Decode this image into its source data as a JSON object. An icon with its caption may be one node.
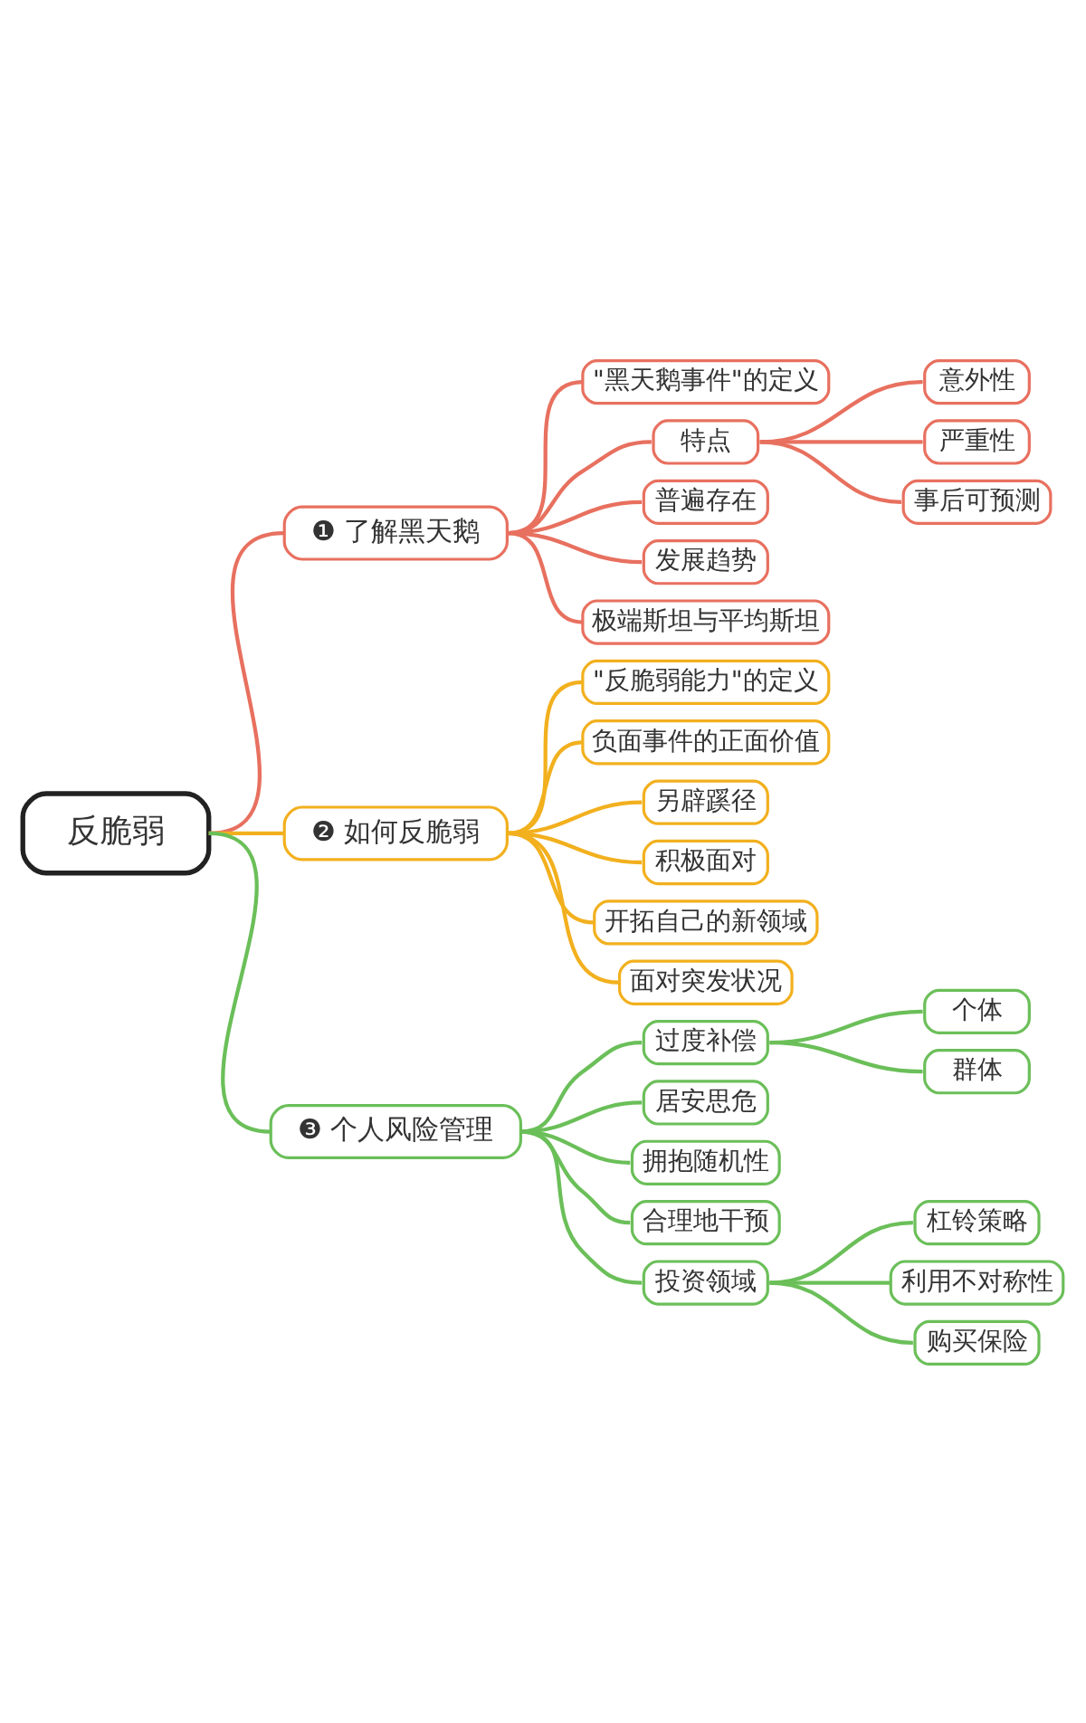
{
  "diagram": {
    "nodes": [
      {
        "text": [
          "反脆弱"
        ]
      },
      {
        "text": [
          "❶ 了解黑天鹅"
        ]
      },
      {
        "text": [
          "\"黑天鹅事件\"的定义"
        ]
      },
      {
        "text": [
          "特点"
        ]
      },
      {
        "text": [
          "意外性"
        ]
      },
      {
        "text": [
          "严重性"
        ]
      },
      {
        "text": [
          "事后可预测"
        ]
      },
      {
        "text": [
          "普遍存在"
        ]
      },
      {
        "text": [
          "发展趋势"
        ]
      },
      {
        "text": [
          "极端斯坦与平均斯坦"
        ]
      },
      {
        "text": [
          "❷ 如何反脆弱"
        ]
      },
      {
        "text": [
          "\"反脆弱能力\"的定义"
        ]
      },
      {
        "text": [
          "负面事件的正面价值"
        ]
      },
      {
        "text": [
          "另辟蹊径"
        ]
      },
      {
        "text": [
          "积极面对"
        ]
      },
      {
        "text": [
          "开拓自己的新领域"
        ]
      },
      {
        "text": [
          "面对突发状况"
        ]
      },
      {
        "text": [
          "❸ 个人风险管理"
        ]
      },
      {
        "text": [
          "过度补偿"
        ]
      },
      {
        "text": [
          "个体"
        ]
      },
      {
        "text": [
          "群体"
        ]
      },
      {
        "text": [
          "居安思危"
        ]
      },
      {
        "text": [
          "拥抱随机性"
        ]
      },
      {
        "text": [
          "合理地干预"
        ]
      },
      {
        "text": [
          "投资领域"
        ]
      },
      {
        "text": [
          "杠铃策略"
        ]
      },
      {
        "text": [
          "利用不对称性"
        ]
      },
      {
        "text": [
          "购买保险"
        ]
      }
    ],
    "edges": [
      {
        "from": 0,
        "to": 1,
        "arrow": "none",
        "color": "#e8705f"
      },
      {
        "from": 1,
        "to": 2,
        "arrow": "none",
        "color": "#e8705f"
      },
      {
        "from": 1,
        "to": 3,
        "arrow": "none",
        "color": "#e8705f"
      },
      {
        "from": 3,
        "to": 4,
        "arrow": "none",
        "color": "#e8705f"
      },
      {
        "from": 3,
        "to": 5,
        "arrow": "none",
        "color": "#e8705f"
      },
      {
        "from": 3,
        "to": 6,
        "arrow": "none",
        "color": "#e8705f"
      },
      {
        "from": 1,
        "to": 7,
        "arrow": "none",
        "color": "#e8705f"
      },
      {
        "from": 1,
        "to": 8,
        "arrow": "none",
        "color": "#e8705f"
      },
      {
        "from": 1,
        "to": 9,
        "arrow": "none",
        "color": "#e8705f"
      },
      {
        "from": 0,
        "to": 10,
        "arrow": "none",
        "color": "#f2b01e"
      },
      {
        "from": 10,
        "to": 11,
        "arrow": "none",
        "color": "#f2b01e"
      },
      {
        "from": 10,
        "to": 12,
        "arrow": "none",
        "color": "#f2b01e"
      },
      {
        "from": 10,
        "to": 13,
        "arrow": "none",
        "color": "#f2b01e"
      },
      {
        "from": 10,
        "to": 14,
        "arrow": "none",
        "color": "#f2b01e"
      },
      {
        "from": 10,
        "to": 15,
        "arrow": "none",
        "color": "#f2b01e"
      },
      {
        "from": 10,
        "to": 16,
        "arrow": "none",
        "color": "#f2b01e"
      },
      {
        "from": 0,
        "to": 17,
        "arrow": "none"
      },
      {
        "from": 17,
        "to": 18,
        "arrow": "none"
      },
      {
        "from": 18,
        "to": 19,
        "arrow": "none"
      },
      {
        "from": 18,
        "to": 20,
        "arrow": "none"
      },
      {
        "from": 17,
        "to": 21,
        "arrow": "none"
      },
      {
        "from": 17,
        "to": 22,
        "arrow": "none"
      },
      {
        "from": 17,
        "to": 23,
        "arrow": "none"
      },
      {
        "from": 17,
        "to": 24,
        "arrow": "none"
      },
      {
        "from": 24,
        "to": 25,
        "arrow": "none"
      },
      {
        "from": 24,
        "to": 26,
        "arrow": "none"
      },
      {
        "from": 24,
        "to": 27,
        "arrow": "none"
      }
    ]
  }
}
